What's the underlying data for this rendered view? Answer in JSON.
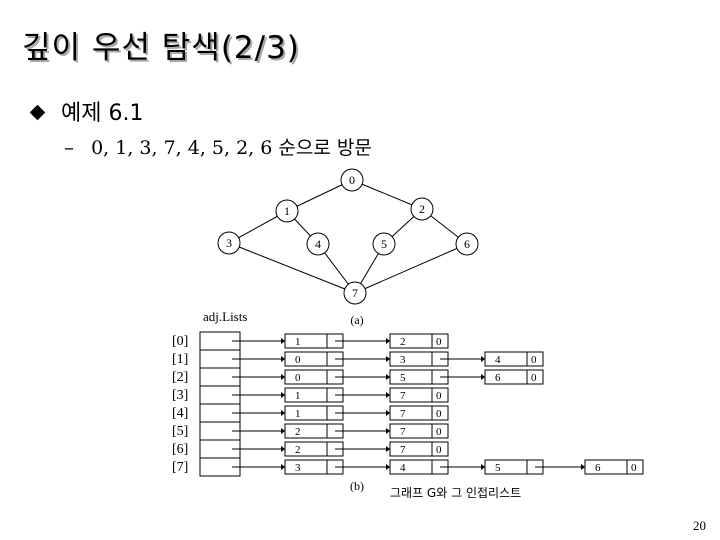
{
  "slide": {
    "title": "깊이 우선 탐색(2/3)",
    "bullet": "예제 6.1",
    "sub_bullet_dash": "–",
    "sub_bullet": "0, 1, 3, 7, 4, 5, 2, 6 순으로 방문",
    "page_number": "20"
  },
  "graph": {
    "nodes": [
      {
        "id": "n0",
        "label": "0"
      },
      {
        "id": "n1",
        "label": "1"
      },
      {
        "id": "n2",
        "label": "2"
      },
      {
        "id": "n3",
        "label": "3"
      },
      {
        "id": "n4",
        "label": "4"
      },
      {
        "id": "n5",
        "label": "5"
      },
      {
        "id": "n6",
        "label": "6"
      },
      {
        "id": "n7",
        "label": "7"
      }
    ],
    "caption": "(a)"
  },
  "adjlists": {
    "header": "adj.Lists",
    "indices": [
      "[0]",
      "[1]",
      "[2]",
      "[3]",
      "[4]",
      "[5]",
      "[6]",
      "[7]"
    ],
    "rows": [
      [
        "1",
        "2",
        "0"
      ],
      [
        "0",
        "3",
        "4",
        "0"
      ],
      [
        "0",
        "5",
        "6",
        "0"
      ],
      [
        "1",
        "7",
        "0"
      ],
      [
        "1",
        "7",
        "0"
      ],
      [
        "2",
        "7",
        "0"
      ],
      [
        "2",
        "7",
        "0"
      ],
      [
        "3",
        "4",
        "5",
        "6",
        "0"
      ]
    ],
    "caption_b": "(b)",
    "caption_main": "그래프 G와 그 인접리스트"
  }
}
